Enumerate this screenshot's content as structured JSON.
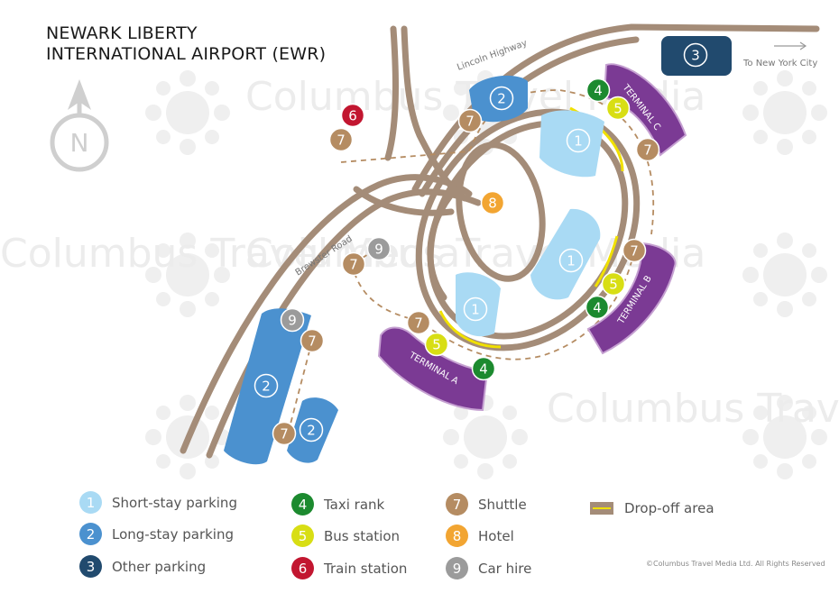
{
  "title": {
    "line1": "NEWARK LIBERTY",
    "line2": "INTERNATIONAL AIRPORT (EWR)"
  },
  "watermark": "Columbus Travel Media",
  "compass_label": "N",
  "roads": {
    "lincoln": "Lincoln Highway",
    "brewster": "Brewster Road",
    "to_nyc": "To New York City"
  },
  "terminals": {
    "a": "TERMINAL A",
    "b": "TERMINAL B",
    "c": "TERMINAL C"
  },
  "legend": [
    {
      "num": "1",
      "label": "Short-stay parking",
      "color": "#a9daf4",
      "text_color": "#ffffff"
    },
    {
      "num": "2",
      "label": "Long-stay parking",
      "color": "#4b91cf",
      "text_color": "#ffffff"
    },
    {
      "num": "3",
      "label": "Other parking",
      "color": "#214a6e",
      "text_color": "#ffffff"
    },
    {
      "num": "4",
      "label": "Taxi rank",
      "color": "#1c8a2f",
      "text_color": "#ffffff"
    },
    {
      "num": "5",
      "label": "Bus station",
      "color": "#d8de14",
      "text_color": "#ffffff"
    },
    {
      "num": "6",
      "label": "Train station",
      "color": "#c21630",
      "text_color": "#ffffff"
    },
    {
      "num": "7",
      "label": "Shuttle",
      "color": "#b58c62",
      "text_color": "#ffffff"
    },
    {
      "num": "8",
      "label": "Hotel",
      "color": "#f2a532",
      "text_color": "#ffffff"
    },
    {
      "num": "9",
      "label": "Car hire",
      "color": "#9b9b9b",
      "text_color": "#ffffff"
    },
    {
      "num": "",
      "label": "Drop-off area",
      "color": "#a48c78",
      "text_color": "#ffffff"
    }
  ],
  "colors": {
    "road": "#a48c78",
    "terminal": "#7b3a94",
    "dropoff": "#f0e000",
    "shuttle_route": "#b58c62"
  },
  "copyright": "©Columbus Travel Media Ltd. All Rights Reserved"
}
